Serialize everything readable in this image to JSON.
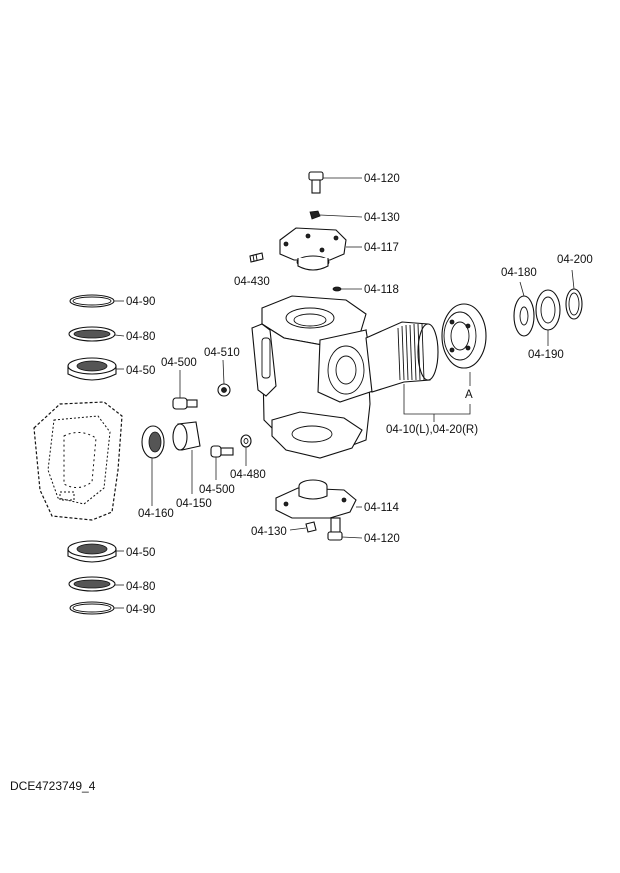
{
  "document_code": "DCE4723749_4",
  "callouts": {
    "bolt_top": "04-120",
    "nipple_top": "04-130",
    "cap_top": "04-117",
    "screw_top": "04-430",
    "pin_small": "04-118",
    "ring_left_1": "04-90",
    "seal_left_1": "04-80",
    "bearing_left_1": "04-50",
    "washer_510": "04-510",
    "bolt_500_a": "04-500",
    "seal_160": "04-160",
    "bushing_150": "04-150",
    "bolt_500_b": "04-500",
    "washer_480": "04-480",
    "cap_bottom": "04-114",
    "nipple_bottom": "04-130",
    "bolt_bottom": "04-120",
    "bearing_left_2": "04-50",
    "seal_left_2": "04-80",
    "ring_left_2": "04-90",
    "knuckle": "04-10(L),04-20(R)",
    "view_marker": "A",
    "washer_180": "04-180",
    "shim_190": "04-190",
    "snapring_200": "04-200"
  }
}
